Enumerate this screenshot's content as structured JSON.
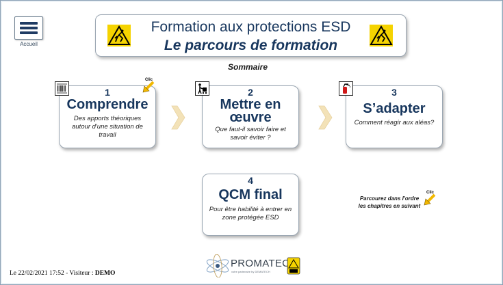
{
  "header": {
    "home_label": "Accueil",
    "title_line1": "Formation aux protections ESD",
    "title_line2": "Le parcours de formation"
  },
  "sommaire": "Sommaire",
  "clic_label": "Clic",
  "modules": [
    {
      "number": "1",
      "title": "Comprendre",
      "description": "Des apports théoriques autour d'une situation de travail",
      "icon": "barcode-scanner-icon"
    },
    {
      "number": "2",
      "title": "Mettre en œuvre",
      "title_line1": "Mettre en",
      "title_line2": "œuvre",
      "description": "Que faut-il savoir faire et savoir éviter ?",
      "icon": "worker-trolley-icon"
    },
    {
      "number": "3",
      "title": "S’adapter",
      "description": "Comment réagir aux aléas?",
      "icon": "fire-extinguisher-icon"
    },
    {
      "number": "4",
      "title": "QCM final",
      "description": "Pour être habilité à entrer en zone protégée ESD"
    }
  ],
  "hint": {
    "line1": "Parcourez dans l'ordre",
    "line2": "les chapitres en suivant"
  },
  "footer": {
    "brand": "PROMATEC",
    "tagline": "votre partenaire by DEMATECH",
    "status_prefix": "Le 22/02/2021 17:52 - Visiteur : ",
    "visitor": "DEMO"
  },
  "colors": {
    "title_text": "#17365d",
    "esd_yellow": "#f5d300",
    "chevron": "#f3e2b8",
    "clic_arrow": "#f2b800"
  }
}
